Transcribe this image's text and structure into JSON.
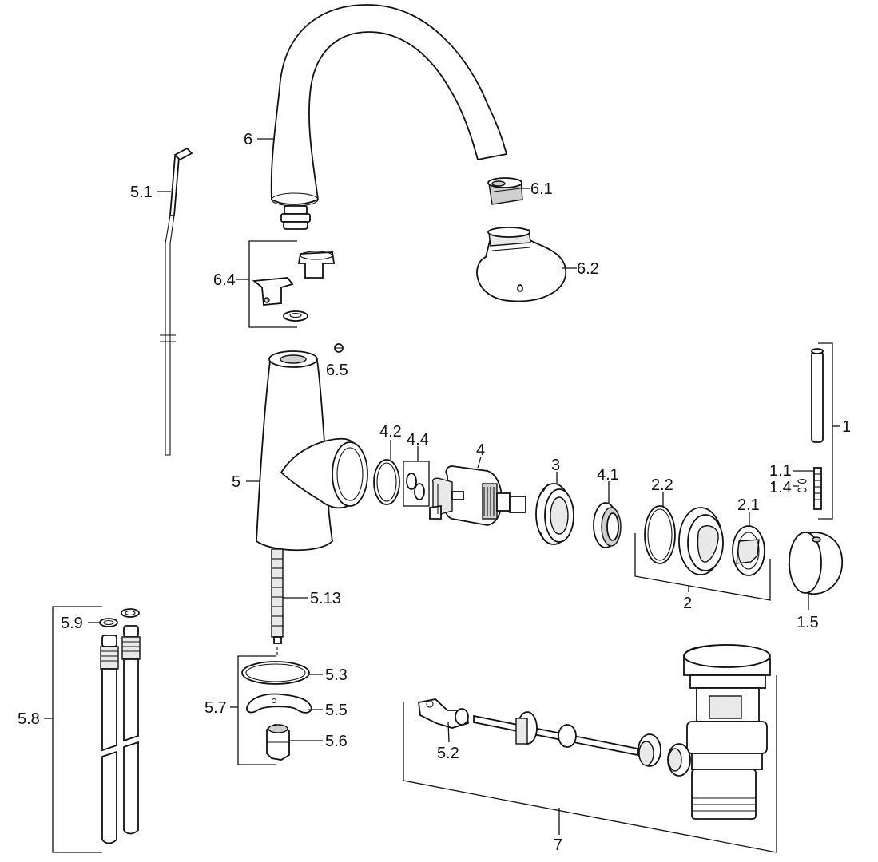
{
  "labels": {
    "l_6": "6",
    "l_5_1": "5.1",
    "l_6_1": "6.1",
    "l_6_2": "6.2",
    "l_6_4": "6.4",
    "l_6_5": "6.5",
    "l_1": "1",
    "l_1_1": "1.1",
    "l_1_4": "1.4",
    "l_5": "5",
    "l_4_2": "4.2",
    "l_4_4": "4.4",
    "l_4": "4",
    "l_3": "3",
    "l_4_1": "4.1",
    "l_2_2": "2.2",
    "l_2_1": "2.1",
    "l_2": "2",
    "l_1_5": "1.5",
    "l_5_13": "5.13",
    "l_5_9": "5.9",
    "l_5_8": "5.8",
    "l_5_3": "5.3",
    "l_5_7": "5.7",
    "l_5_5": "5.5",
    "l_5_6": "5.6",
    "l_5_2": "5.2",
    "l_7": "7"
  }
}
